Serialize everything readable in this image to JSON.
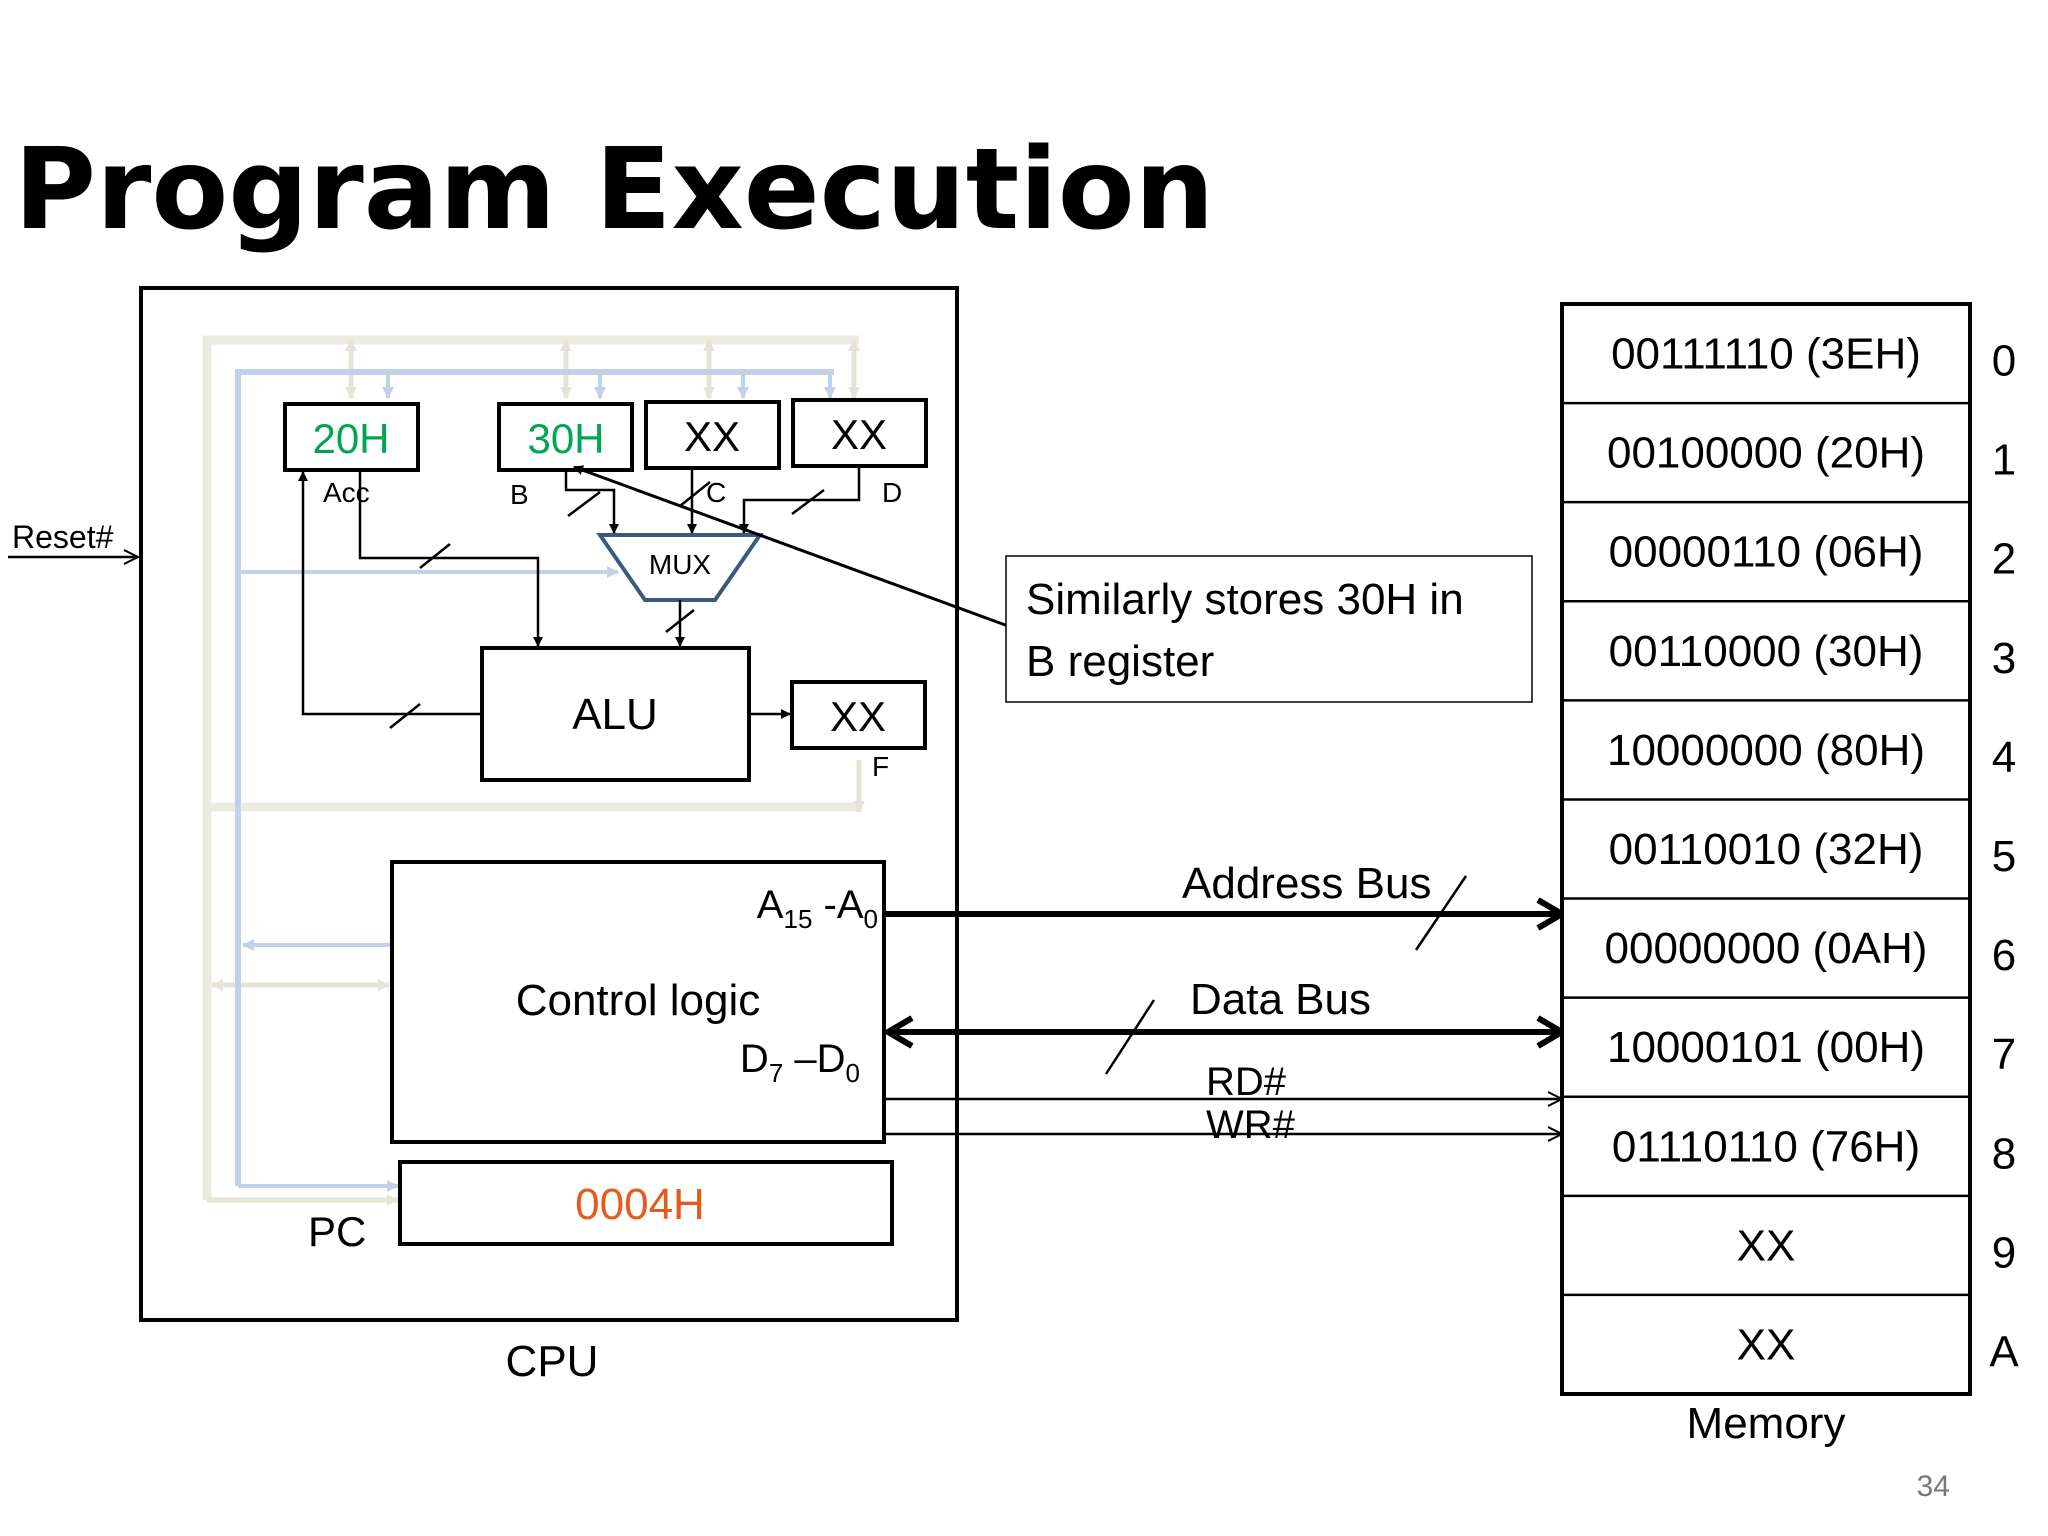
{
  "slide": {
    "title": "Program Execution",
    "page_number": "34"
  },
  "colors": {
    "register_value_green": "#00a651",
    "pc_value_orange": "#e55b1c",
    "mux_outline": "#3a5a80",
    "bus_blue": "#bfd2ea",
    "bus_beige": "#ecebe0"
  },
  "cpu": {
    "label": "CPU",
    "reset_label": "Reset#",
    "registers": {
      "acc": {
        "value": "20H",
        "label": "Acc"
      },
      "b": {
        "value": "30H",
        "label": "B"
      },
      "c": {
        "value": "XX",
        "label": "C"
      },
      "d": {
        "value": "XX",
        "label": "D"
      },
      "f": {
        "value": "XX",
        "label": "F"
      }
    },
    "mux_label": "MUX",
    "alu_label": "ALU",
    "control": {
      "label": "Control logic",
      "addr_pins": {
        "a": "A",
        "a_hi": "15",
        "sep": " -A",
        "a_lo": "0"
      },
      "data_pins": {
        "d": "D",
        "d_hi": "7",
        "sep": " –D",
        "d_lo": "0"
      }
    },
    "pc": {
      "label": "PC",
      "value": "0004H"
    }
  },
  "buses": {
    "address": "Address Bus",
    "data": "Data Bus",
    "rd": "RD#",
    "wr": "WR#"
  },
  "callout": {
    "line1": "Similarly stores 30H in",
    "line2": "B register"
  },
  "memory": {
    "label": "Memory",
    "cells": [
      {
        "address": "0",
        "value": "00111110 (3EH)"
      },
      {
        "address": "1",
        "value": "00100000 (20H)"
      },
      {
        "address": "2",
        "value": "00000110 (06H)"
      },
      {
        "address": "3",
        "value": "00110000 (30H)"
      },
      {
        "address": "4",
        "value": "10000000 (80H)"
      },
      {
        "address": "5",
        "value": "00110010 (32H)"
      },
      {
        "address": "6",
        "value": "00000000 (0AH)"
      },
      {
        "address": "7",
        "value": "10000101 (00H)"
      },
      {
        "address": "8",
        "value": "01110110 (76H)"
      },
      {
        "address": "9",
        "value": "XX"
      },
      {
        "address": "A",
        "value": "XX"
      }
    ]
  }
}
